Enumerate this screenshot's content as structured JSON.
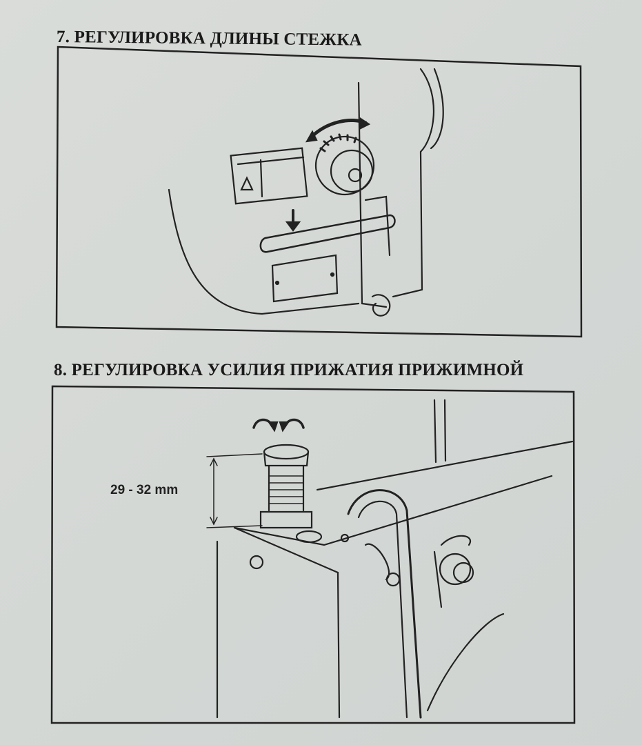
{
  "sections": [
    {
      "heading": "7. РЕГУЛИРОВКА ДЛИНЫ СТЕЖКА"
    },
    {
      "heading": "8. РЕГУЛИРОВКА УСИЛИЯ ПРИЖАТИЯ ПРИЖИМНОЙ",
      "dimension_label": "29 - 32 mm"
    }
  ]
}
